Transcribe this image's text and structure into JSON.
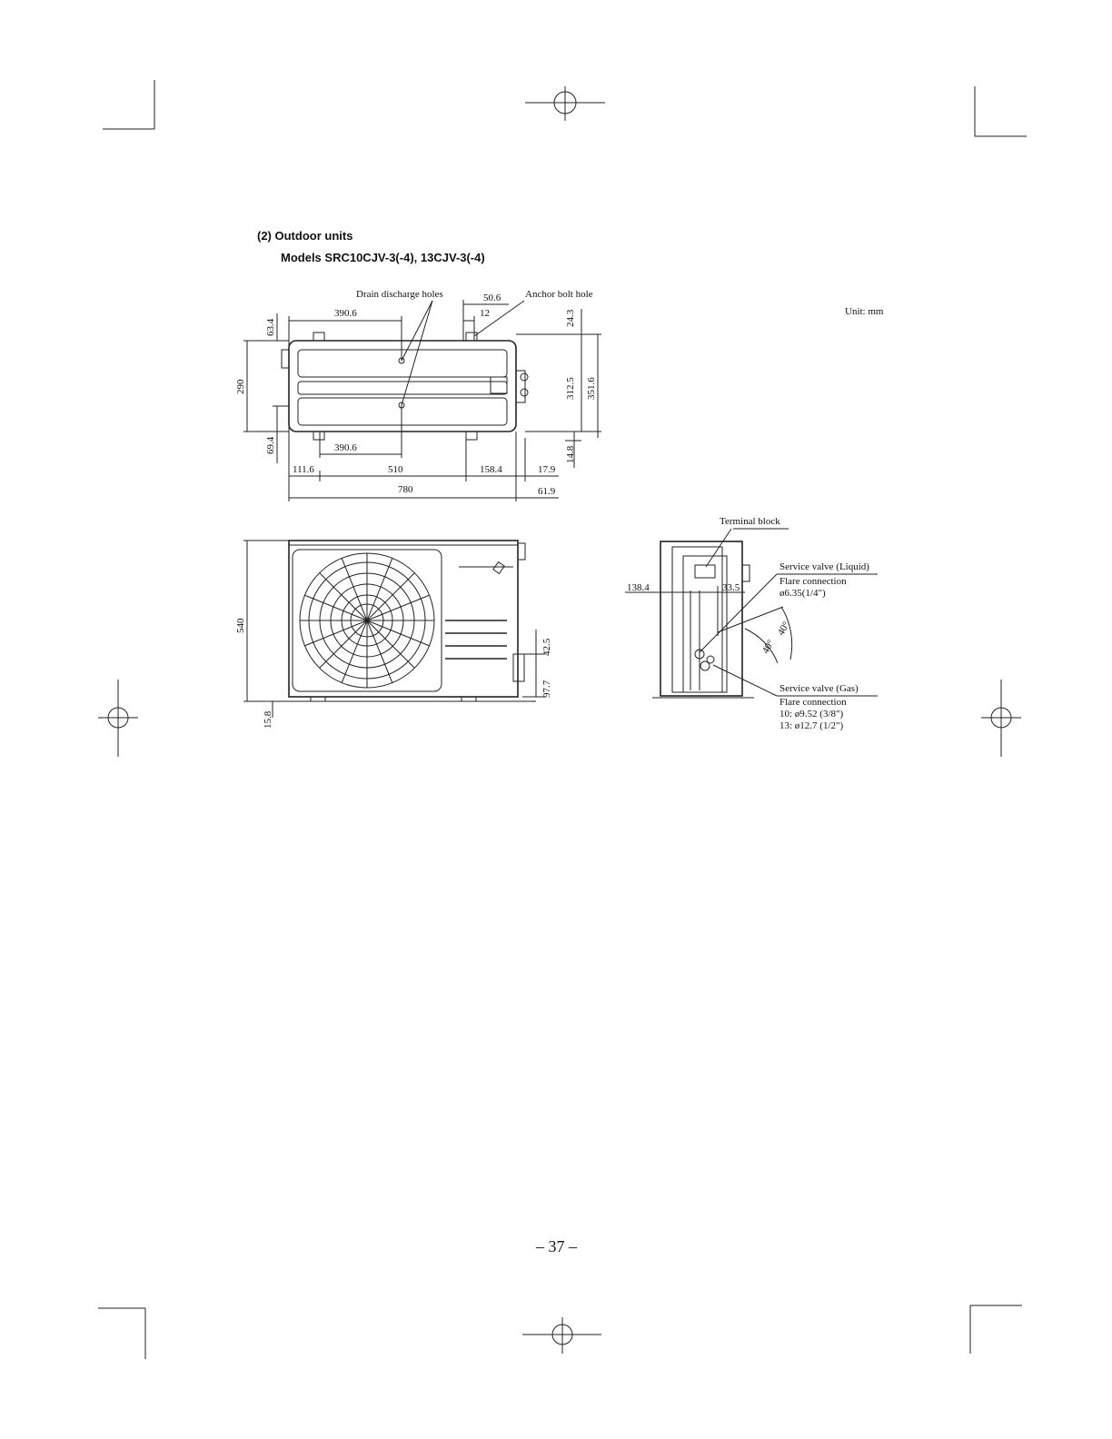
{
  "section": {
    "title": "(2) Outdoor units",
    "models": "Models SRC10CJV-3(-4), 13CJV-3(-4)"
  },
  "unit_note": "Unit: mm",
  "top_view": {
    "drain_label": "Drain discharge holes",
    "anchor_label": "Anchor bolt hole",
    "dims": {
      "d50_6": "50.6",
      "d12": "12",
      "d390_6_top": "390.6",
      "d390_6_bot": "390.6",
      "d63_4": "63.4",
      "d290": "290",
      "d69_4": "69.4",
      "d24_3": "24.3",
      "d312_5": "312.5",
      "d351_6": "351.6",
      "d14_8": "14.8",
      "d111_6": "111.6",
      "d510": "510",
      "d158_4": "158.4",
      "d17_9": "17.9",
      "d780": "780",
      "d61_9": "61.9"
    }
  },
  "front_view": {
    "dims": {
      "d540": "540",
      "d42_5": "42.5",
      "d97_7": "97.7",
      "d15_8": "15.8"
    }
  },
  "side_view": {
    "terminal_label": "Terminal block",
    "liquid_valve": "Service valve (Liquid)",
    "liquid_flare": "Flare connection",
    "liquid_size": "ø6.35(1/4\")",
    "gas_valve": "Service valve (Gas)",
    "gas_flare": "Flare connection",
    "gas_size_10": "10: ø9.52 (3/8\")",
    "gas_size_13": "13: ø12.7 (1/2\")",
    "dims": {
      "d138_4": "138.4",
      "d33_5": "33.5",
      "ang1": "40°",
      "ang2": "40°"
    }
  },
  "page_number": "– 37 –"
}
